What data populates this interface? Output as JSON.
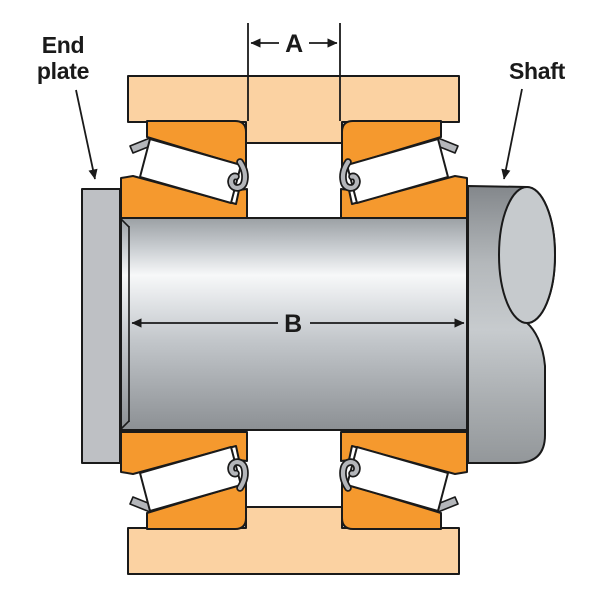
{
  "labels": {
    "end_plate_line1": "End",
    "end_plate_line2": "plate",
    "shaft": "Shaft",
    "dim_a": "A",
    "dim_b": "B"
  },
  "colors": {
    "bearing_orange": "#F5992E",
    "housing_peach": "#FBD2A2",
    "end_plate_gray": "#BEC0C4",
    "cage_gray": "#B4B6BA",
    "outline": "#1A1A1A"
  }
}
